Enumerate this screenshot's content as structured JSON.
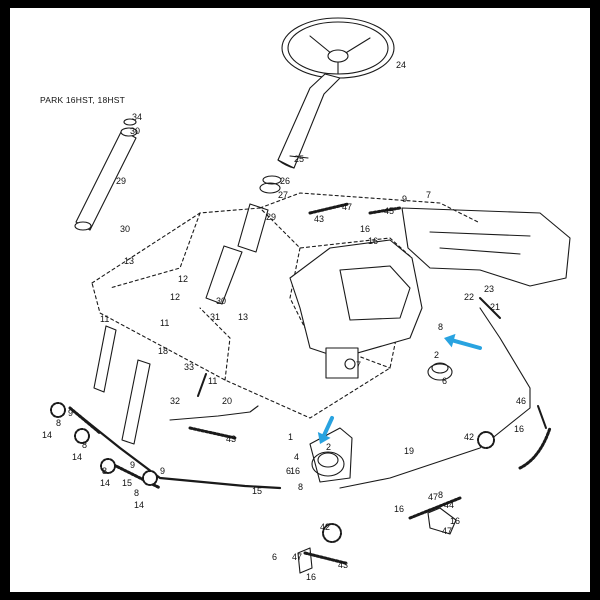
{
  "diagram": {
    "title": "PARK 16HST, 18HST",
    "highlight_color": "#29a3e0",
    "line_color": "#1a1a1a",
    "part_labels": [
      "24",
      "34",
      "30",
      "25",
      "26",
      "27",
      "29",
      "30",
      "7",
      "9",
      "47",
      "45",
      "43",
      "16",
      "16",
      "29",
      "13",
      "12",
      "12",
      "30",
      "31",
      "13",
      "11",
      "11",
      "18",
      "33",
      "11",
      "32",
      "20",
      "7",
      "23",
      "22",
      "21",
      "8",
      "2",
      "6",
      "9",
      "8",
      "14",
      "8",
      "14",
      "9",
      "8",
      "14",
      "15",
      "8",
      "14",
      "9",
      "43",
      "1",
      "2",
      "6",
      "8",
      "4",
      "16",
      "15",
      "19",
      "46",
      "16",
      "42",
      "8",
      "47",
      "44",
      "16",
      "16",
      "47",
      "6",
      "42",
      "47",
      "16",
      "43"
    ]
  }
}
